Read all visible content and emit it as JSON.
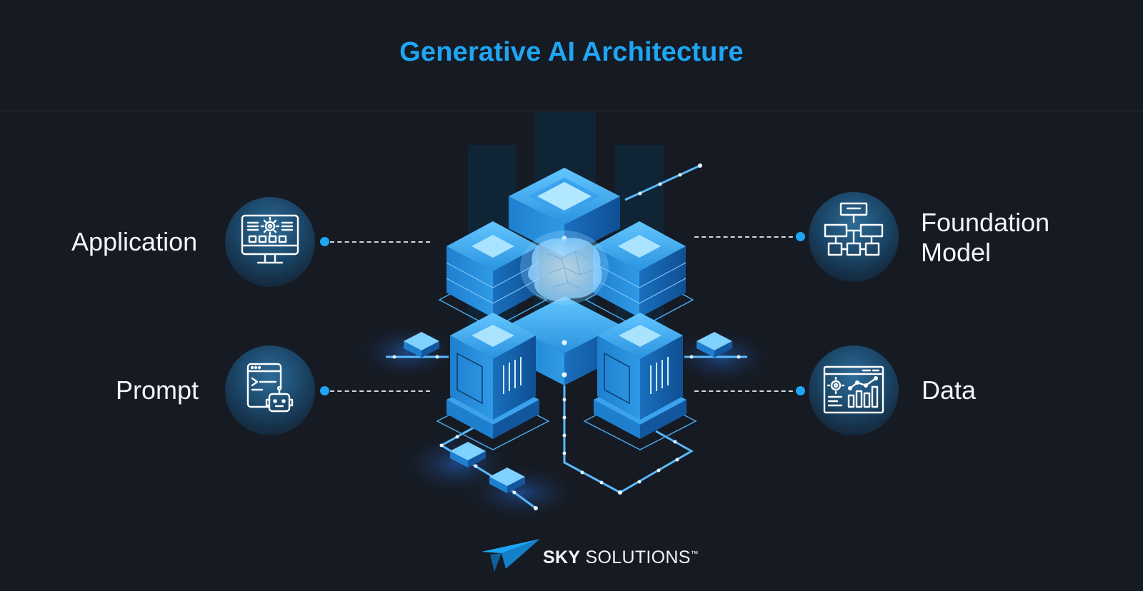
{
  "title": "Generative AI Architecture",
  "nodes": {
    "application": "Application",
    "prompt": "Prompt",
    "foundation_line1": "Foundation",
    "foundation_line2": "Model",
    "data": "Data"
  },
  "logo": {
    "brand_bold": "SKY",
    "brand_rest": " SOLUTIONS",
    "tm": "™"
  },
  "colors": {
    "background": "#161a22",
    "accent": "#1ea6f5",
    "text": "#f2f4f7"
  }
}
